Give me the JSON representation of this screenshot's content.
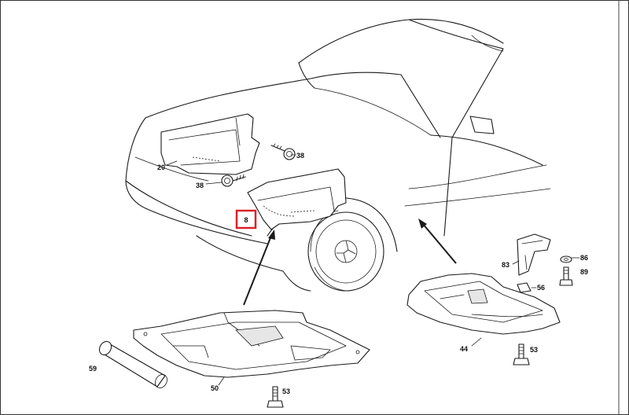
{
  "diagram": {
    "labels": {
      "l8": "8",
      "l20": "20",
      "l38a": "38",
      "l38b": "38",
      "l44": "44",
      "l50": "50",
      "l53a": "53",
      "l53b": "53",
      "l56": "56",
      "l59": "59",
      "l83": "83",
      "l86": "86",
      "l89": "89"
    },
    "highlight_color": "#d9222a",
    "line_color": "#1a1a1a",
    "background_color": "#ffffff"
  }
}
